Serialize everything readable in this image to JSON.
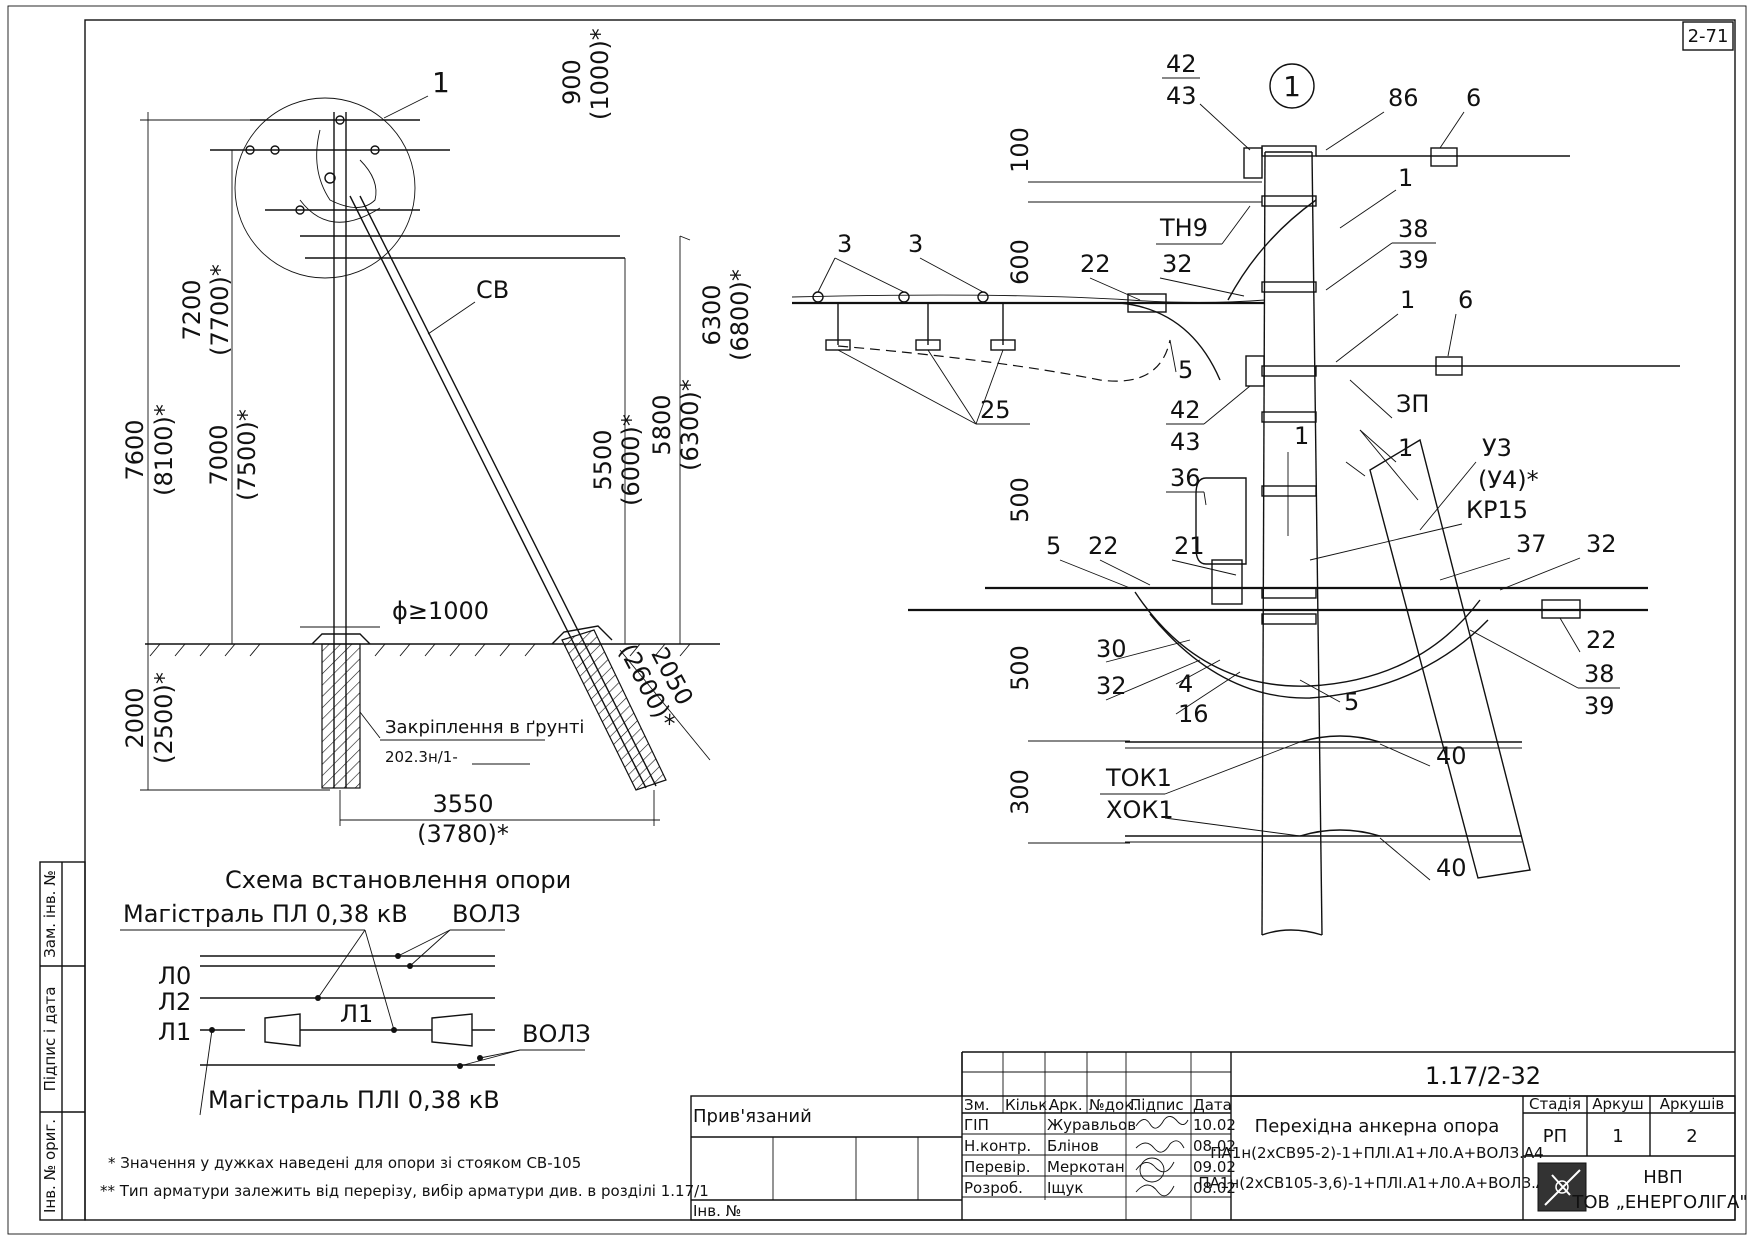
{
  "sheet": {
    "number": "2-71"
  },
  "side_view": {
    "callout": "1",
    "dims": {
      "top_pair": [
        "900",
        "(1000)*"
      ],
      "h_7600": [
        "7600",
        "(8100)*"
      ],
      "h_7200": [
        "7200",
        "(7700)*"
      ],
      "h_7000": [
        "7000",
        "(7500)*"
      ],
      "h_6300": [
        "6300",
        "(6800)*"
      ],
      "h_5800": [
        "5800",
        "(6300)*"
      ],
      "h_5500": [
        "5500",
        "(6000)*"
      ],
      "base_2000": [
        "2000",
        "(2500)*"
      ],
      "strut_2050": [
        "2050",
        "(2600)*"
      ],
      "span_3550": [
        "3550",
        "(3780)*"
      ],
      "hole": "ϕ≥1000"
    },
    "strut_label": "СВ",
    "ground_note": {
      "title": "Закріплення в ґрунті",
      "ref": "202.3н/1-"
    }
  },
  "scheme": {
    "title": "Схема встановлення опори",
    "main_line_top": "Магістраль ПЛ 0,38 кВ",
    "main_line_bottom": "Магістраль ПЛІ 0,38 кВ",
    "vols_top": "ВОЛЗ",
    "vols_bottom": "ВОЛЗ",
    "l0": "Л0",
    "l2": "Л2",
    "l1": "Л1",
    "l1_mid": "Л1"
  },
  "detail": {
    "callout": "1",
    "labels": {
      "p42a": "42",
      "p43a": "43",
      "p86": "86",
      "p6a": "6",
      "p1a": "1",
      "p38": "38",
      "p39": "39",
      "tn9": "ТН9",
      "p22a": "22",
      "p32a": "32",
      "p3a": "3",
      "p3b": "3",
      "p6b": "6",
      "p1b": "1",
      "p5a": "5",
      "p42b": "42",
      "p43b": "43",
      "zp": "ЗП",
      "p25": "25",
      "p1c": "1",
      "p1d": "1",
      "u3": "У3",
      "u4": "(У4)*",
      "kr15": "КР15",
      "p36": "36",
      "p5b": "5",
      "p22b": "22",
      "p21": "21",
      "p37": "37",
      "p32b": "32",
      "p30": "30",
      "p32c": "32",
      "p4": "4",
      "p16": "16",
      "p5c": "5",
      "p22c": "22",
      "p38b": "38",
      "p39b": "39",
      "p40a": "40",
      "p40b": "40",
      "tok1": "ТОК1",
      "xok1": "ХОК1"
    },
    "dims": {
      "d100": "100",
      "d600": "600",
      "d500a": "500",
      "d500b": "500",
      "d300": "300"
    }
  },
  "notes": {
    "n1": "* Значення у дужках наведені для опори зі стояком СВ-105",
    "n2": "** Тип арматури залежить від перерізу, вибір арматури див. в розділі 1.17/1"
  },
  "side_stamp": {
    "zam": "Зам. інв. №",
    "pidpys": "Підпис і дата",
    "inv": "Інв. № ориг."
  },
  "title_block": {
    "pryv": "Прив'язаний",
    "inv_no": "Інв. №",
    "head": {
      "zm": "Зм.",
      "kilk": "Кільк.",
      "ark": "Арк.",
      "ndok": "№док.",
      "pidpys": "Підпис",
      "data": "Дата"
    },
    "rows": [
      {
        "role": "ГІП",
        "name": "Журавльов",
        "date": "10.02"
      },
      {
        "role": "Н.контр.",
        "name": "Блінов",
        "date": "08.02"
      },
      {
        "role": "Перевір.",
        "name": "Меркотан",
        "date": "09.02"
      },
      {
        "role": "Розроб.",
        "name": "Іщук",
        "date": "08.02"
      }
    ],
    "code": "1.17/2-32",
    "title": "Перехідна анкерна опора",
    "variant1": "ПА1н(2хСВ95-2)-1+ПЛІ.А1+Л0.А+ВОЛЗ.А4",
    "variant2": "ПА1н(2хСВ105-3,6)-1+ПЛІ.А1+Л0.А+ВОЛЗ.А4",
    "stage_h": "Стадія",
    "sheet_h": "Аркуш",
    "sheets_h": "Аркушів",
    "stage": "РП",
    "sheet": "1",
    "sheets": "2",
    "org1": "НВП",
    "org2": "ТОВ „ЕНЕРГОЛІГА\""
  }
}
